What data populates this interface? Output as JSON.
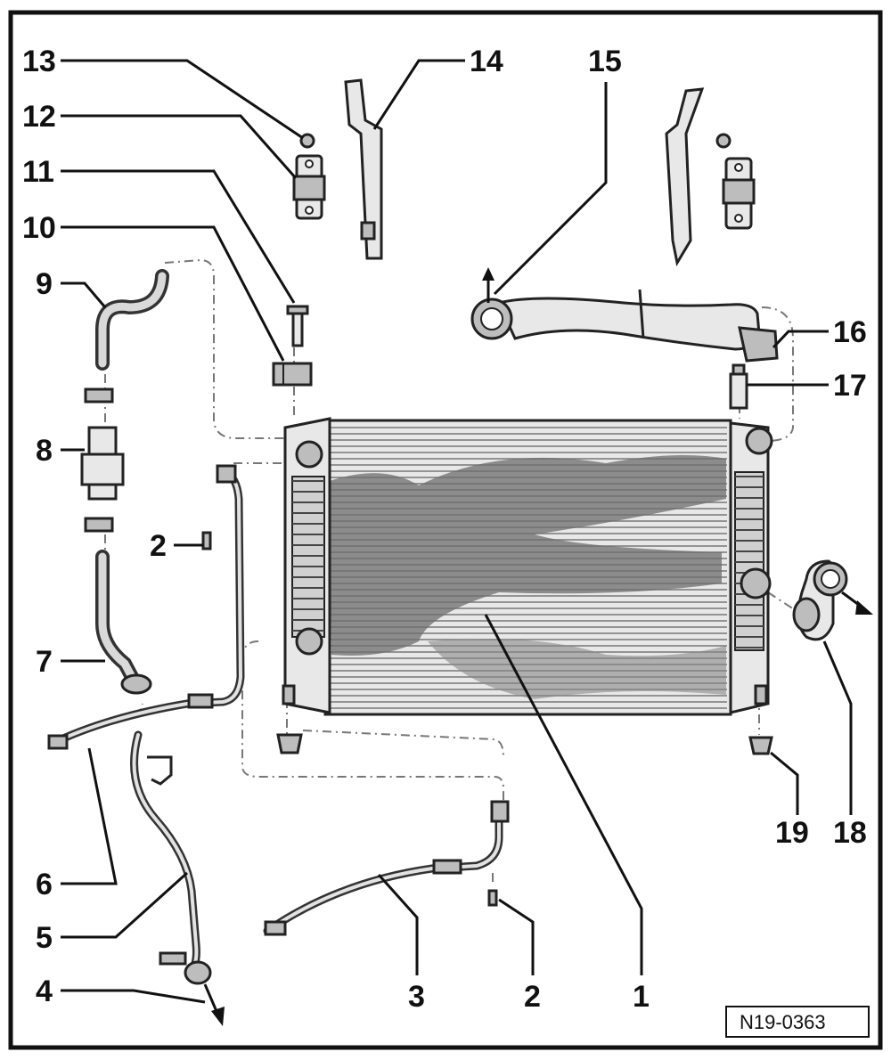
{
  "labels": {
    "c1": "1",
    "c2a": "2",
    "c2b": "2",
    "c3": "3",
    "c4": "4",
    "c5": "5",
    "c6": "6",
    "c7": "7",
    "c8": "8",
    "c9": "9",
    "c10": "10",
    "c11": "11",
    "c12": "12",
    "c13": "13",
    "c14": "14",
    "c15": "15",
    "c16": "16",
    "c17": "17",
    "c18": "18",
    "c19": "19"
  },
  "figure_ref": "N19-0363"
}
